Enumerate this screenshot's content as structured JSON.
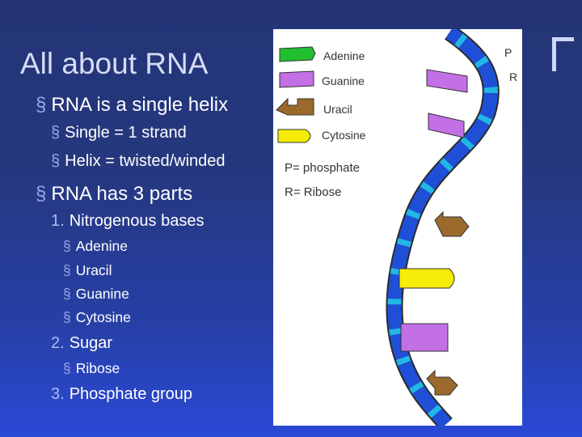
{
  "title": "All about RNA",
  "bullets": {
    "b1": "RNA is a single helix",
    "b1a": "Single = 1 strand",
    "b1b": "Helix = twisted/winded",
    "b2": "RNA has 3 parts",
    "p1": "Nitrogenous bases",
    "p1_num": "1.",
    "bases": [
      "Adenine",
      "Uracil",
      "Guanine",
      "Cytosine"
    ],
    "p2": "Sugar",
    "p2_num": "2.",
    "sugar": "Ribose",
    "p3": "Phosphate group",
    "p3_num": "3."
  },
  "figure": {
    "legend": {
      "adenine": "Adenine",
      "guanine": "Guanine",
      "uracil": "Uracil",
      "cytosine": "Cytosine",
      "phosphate": "P= phosphate",
      "ribose": "R= Ribose",
      "p_marker": "P",
      "r_marker": "R"
    },
    "colors": {
      "adenine": "#1fbf2f",
      "guanine": "#c36fe6",
      "uracil": "#9a6a2c",
      "cytosine": "#f5ec08",
      "backbone": "#1f4fd6",
      "phosphate_band": "#22b6e4"
    }
  }
}
